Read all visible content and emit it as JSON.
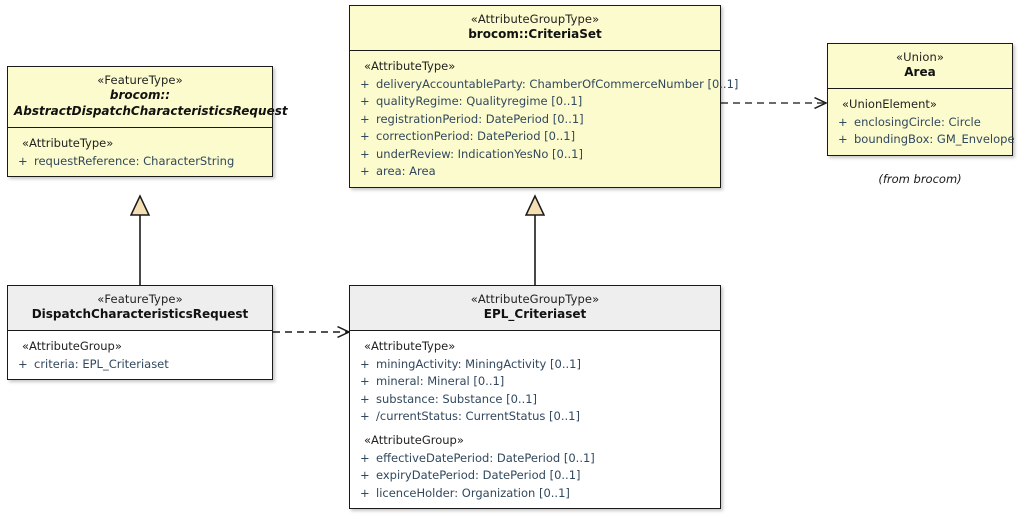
{
  "diagram": {
    "type": "uml-class-diagram",
    "background": "#ffffff",
    "class_fill_yellow": "#fcfbcd",
    "class_fill_white": "#ffffff",
    "class_header_grey": "#eeeeee",
    "border_color": "#1a1a1a",
    "attribute_text_color": "#31485e",
    "generalization_arrow_fill": "#f5deb3"
  },
  "classes": {
    "abstract_dispatch": {
      "stereotype": "«FeatureType»",
      "namespace": "brocom::",
      "name": "AbstractDispatchCharacteristicsRequest",
      "compartments": [
        {
          "group_label": "«AttributeType»",
          "attributes": [
            {
              "visibility": "+",
              "text": "requestReference: CharacterString"
            }
          ]
        }
      ]
    },
    "criteria_set": {
      "stereotype": "«AttributeGroupType»",
      "name": "brocom::CriteriaSet",
      "compartments": [
        {
          "group_label": "«AttributeType»",
          "attributes": [
            {
              "visibility": "+",
              "text": "deliveryAccountableParty: ChamberOfCommerceNumber [0..1]"
            },
            {
              "visibility": "+",
              "text": "qualityRegime: Qualityregime [0..1]"
            },
            {
              "visibility": "+",
              "text": "registrationPeriod: DatePeriod [0..1]"
            },
            {
              "visibility": "+",
              "text": "correctionPeriod: DatePeriod [0..1]"
            },
            {
              "visibility": "+",
              "text": "underReview: IndicationYesNo [0..1]"
            },
            {
              "visibility": "+",
              "text": "area: Area"
            }
          ]
        }
      ]
    },
    "area_union": {
      "stereotype": "«Union»",
      "name": "Area",
      "footer_note": "(from brocom)",
      "compartments": [
        {
          "group_label": "«UnionElement»",
          "attributes": [
            {
              "visibility": "+",
              "text": "enclosingCircle: Circle"
            },
            {
              "visibility": "+",
              "text": "boundingBox: GM_Envelope"
            }
          ]
        }
      ]
    },
    "dispatch_request": {
      "stereotype": "«FeatureType»",
      "name": "DispatchCharacteristicsRequest",
      "compartments": [
        {
          "group_label": "«AttributeGroup»",
          "attributes": [
            {
              "visibility": "+",
              "text": "criteria: EPL_Criteriaset"
            }
          ]
        }
      ]
    },
    "epl_criteriaset": {
      "stereotype": "«AttributeGroupType»",
      "name": "EPL_Criteriaset",
      "compartments": [
        {
          "group_label": "«AttributeType»",
          "attributes": [
            {
              "visibility": "+",
              "text": "miningActivity: MiningActivity [0..1]"
            },
            {
              "visibility": "+",
              "text": "mineral: Mineral [0..1]"
            },
            {
              "visibility": "+",
              "text": "substance: Substance [0..1]"
            },
            {
              "visibility": "+",
              "text": "/currentStatus: CurrentStatus [0..1]"
            }
          ]
        },
        {
          "group_label": "«AttributeGroup»",
          "attributes": [
            {
              "visibility": "+",
              "text": "effectiveDatePeriod: DatePeriod [0..1]"
            },
            {
              "visibility": "+",
              "text": "expiryDatePeriod: DatePeriod [0..1]"
            },
            {
              "visibility": "+",
              "text": "licenceHolder: Organization [0..1]"
            }
          ]
        }
      ]
    }
  },
  "relationships": [
    {
      "id": "gen-dispatch",
      "kind": "generalization",
      "from": "DispatchCharacteristicsRequest",
      "to": "AbstractDispatchCharacteristicsRequest"
    },
    {
      "id": "gen-criteriaset",
      "kind": "generalization",
      "from": "EPL_Criteriaset",
      "to": "brocom::CriteriaSet"
    },
    {
      "id": "dep-dispatch-epl",
      "kind": "dependency",
      "from": "DispatchCharacteristicsRequest",
      "to": "EPL_Criteriaset"
    },
    {
      "id": "dep-criteriaset-area",
      "kind": "dependency",
      "from": "brocom::CriteriaSet",
      "to": "Area"
    }
  ]
}
